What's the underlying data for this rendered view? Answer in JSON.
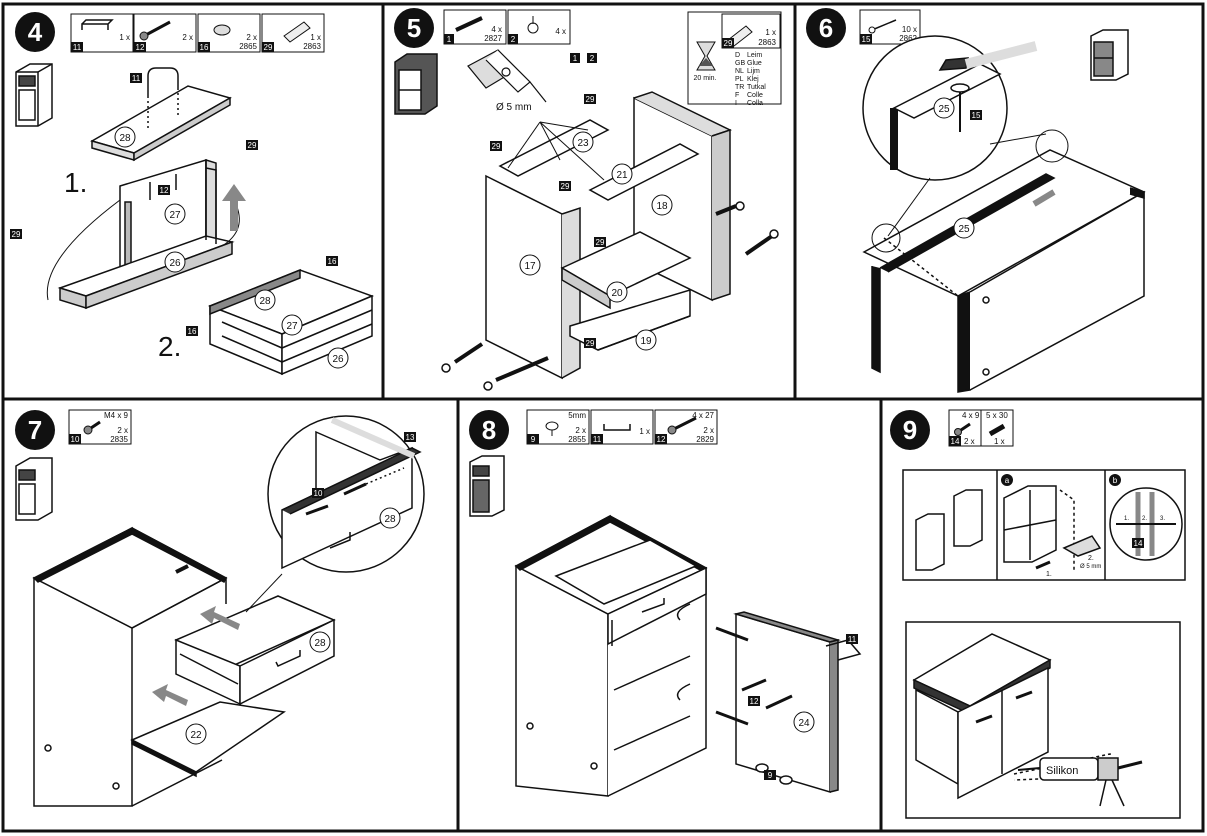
{
  "steps": [
    {
      "number": "4",
      "parts": [
        {
          "id": "11",
          "qty": "1 x",
          "code": "",
          "icon": "handle-icon"
        },
        {
          "id": "12",
          "qty": "2 x",
          "code": "",
          "icon": "screw-icon"
        },
        {
          "id": "16",
          "qty": "2 x",
          "code": "2865",
          "icon": "cap-icon"
        },
        {
          "id": "29",
          "qty": "1 x",
          "code": "2863",
          "icon": "glue-bottle-icon"
        }
      ],
      "sub_steps": [
        "1.",
        "2."
      ],
      "callouts": [
        "28",
        "27",
        "26",
        "28",
        "27",
        "26"
      ],
      "pins": [
        "11",
        "12",
        "29",
        "29",
        "16",
        "16"
      ]
    },
    {
      "number": "5",
      "parts": [
        {
          "id": "1",
          "qty": "4 x",
          "code": "2827",
          "icon": "dowel-icon"
        },
        {
          "id": "2",
          "qty": "4 x",
          "code": "",
          "icon": "cam-lock-icon"
        }
      ],
      "part_refs": [
        "1",
        "2"
      ],
      "glue_box": {
        "id": "29",
        "qty": "1 x",
        "code": "2863",
        "time": "20 min.",
        "languages": [
          [
            "D",
            "Leim"
          ],
          [
            "GB",
            "Glue"
          ],
          [
            "NL",
            "Lijm"
          ],
          [
            "PL",
            "Klej"
          ],
          [
            "TR",
            "Tutkal"
          ],
          [
            "F",
            "Colle"
          ],
          [
            "I",
            "Colla"
          ]
        ]
      },
      "drill": "Ø 5 mm",
      "callouts": [
        "23",
        "21",
        "18",
        "17",
        "20",
        "19"
      ],
      "pins": [
        "29",
        "29",
        "29",
        "29",
        "29"
      ]
    },
    {
      "number": "6",
      "parts": [
        {
          "id": "15",
          "qty": "10 x",
          "code": "2862",
          "icon": "nail-icon"
        }
      ],
      "callouts": [
        "25",
        "25"
      ],
      "pins": [
        "15"
      ]
    },
    {
      "number": "7",
      "parts": [
        {
          "id": "10",
          "qty": "2 x",
          "code": "2835",
          "size": "M4 x 9",
          "icon": "screw-icon"
        }
      ],
      "callouts": [
        "28",
        "28",
        "22"
      ],
      "pins": [
        "13",
        "10"
      ]
    },
    {
      "number": "8",
      "parts": [
        {
          "id": "9",
          "qty": "2 x",
          "code": "2855",
          "size": "5mm",
          "icon": "knob-icon"
        },
        {
          "id": "11",
          "qty": "1 x",
          "code": "",
          "icon": "handle-icon"
        },
        {
          "id": "12",
          "qty": "2 x",
          "code": "2829",
          "size": "4 x 27",
          "icon": "screw-icon"
        }
      ],
      "callouts": [
        "24"
      ],
      "pins": [
        "11",
        "12",
        "9"
      ]
    },
    {
      "number": "9",
      "parts": [
        {
          "id": "14",
          "qty": "2 x",
          "code": "",
          "size": "4 x 9",
          "icon": "screw-icon"
        },
        {
          "id": "",
          "qty": "1 x",
          "code": "",
          "size": "5 x 30",
          "icon": "dowel-icon"
        }
      ],
      "sub_labels": [
        "a",
        "b"
      ],
      "sub_steps": [
        "1.",
        "2.",
        "3."
      ],
      "drill": "Ø 5 mm",
      "pins": [
        "14"
      ],
      "silicone": "Silikon"
    }
  ]
}
